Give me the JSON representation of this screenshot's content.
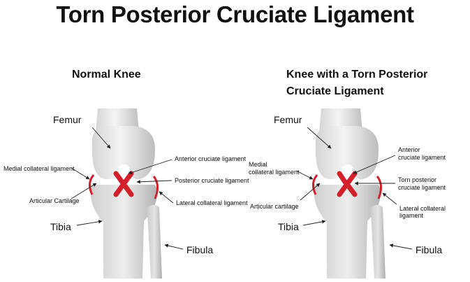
{
  "title": "Torn Posterior Cruciate Ligament",
  "colors": {
    "ligament": "#d3212c",
    "bone_light": "#f2f2f2",
    "bone_dark": "#b8b8b8",
    "cartilage": "#ffffff"
  },
  "left_panel": {
    "heading": "Normal Knee",
    "labels": {
      "femur": "Femur",
      "medial_collateral": "Medial collateral ligament",
      "articular": "Articular Cartilage",
      "tibia": "Tibia",
      "acl": "Anterior cruciate ligament",
      "pcl": "Posterior cruciate ligament",
      "lateral_collateral": "Lateral collateral ligament",
      "fibula": "Fibula"
    }
  },
  "right_panel": {
    "heading_line1": "Knee with a Torn Posterior",
    "heading_line2": "Cruciate Ligament",
    "labels": {
      "femur": "Femur",
      "medial_line1": "Medial",
      "medial_line2": "collateral ligament",
      "articular": "Articular cartilage",
      "tibia": "Tibia",
      "acl_line1": "Anterior",
      "acl_line2": "cruciate ligament",
      "pcl_line1": "Torn posterior",
      "pcl_line2": "cruciate ligament",
      "lateral_collateral": "Lateral collateral ligament",
      "fibula": "Fibula"
    }
  }
}
